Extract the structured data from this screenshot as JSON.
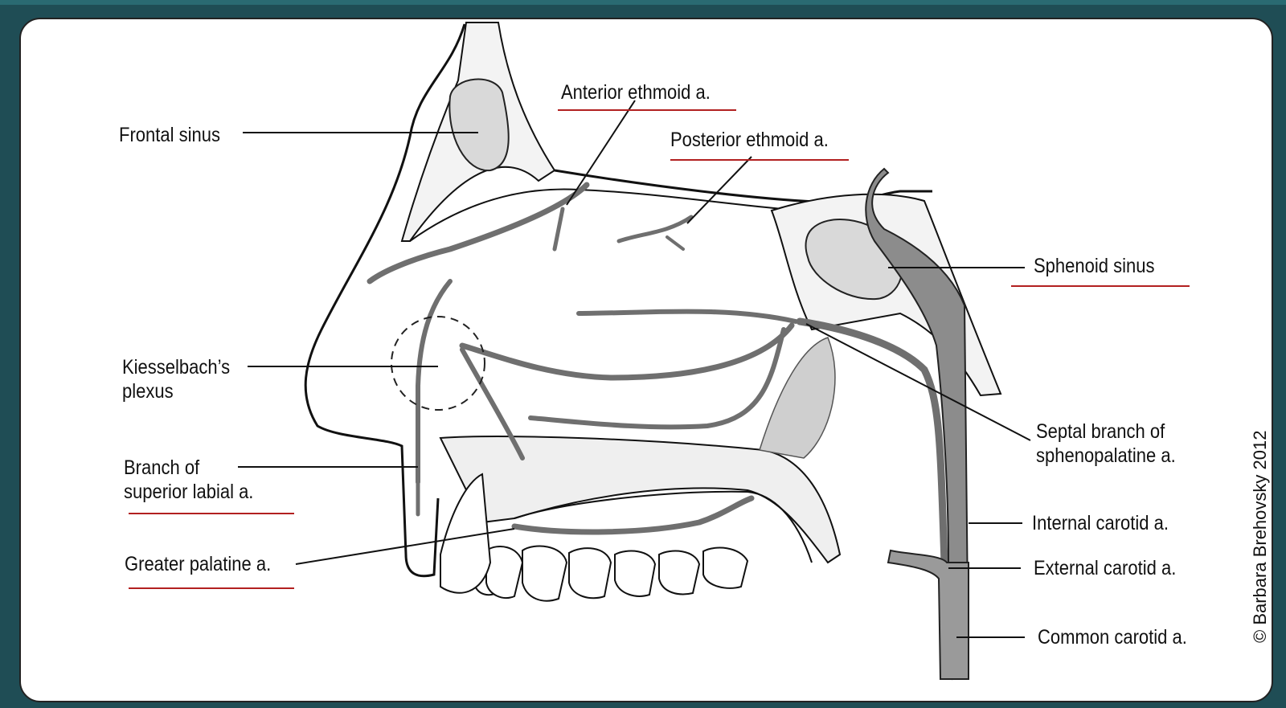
{
  "labels": {
    "frontal_sinus": "Frontal sinus",
    "anterior_ethmoid": "Anterior ethmoid a.",
    "posterior_ethmoid": "Posterior ethmoid a.",
    "sphenoid_sinus": "Sphenoid sinus",
    "kiesselbach_line1": "Kiesselbach’s",
    "kiesselbach_line2": "plexus",
    "superior_labial_line1": "Branch of",
    "superior_labial_line2": "superior labial a.",
    "greater_palatine": "Greater palatine a.",
    "septal_branch_line1": "Septal branch of",
    "septal_branch_line2": "sphenopalatine a.",
    "internal_carotid": "Internal carotid a.",
    "external_carotid": "External carotid a.",
    "common_carotid": "Common carotid a."
  },
  "copyright": "© Barbara Brehovsky 2012",
  "colors": {
    "background": "#1f4d55",
    "panel": "#ffffff",
    "artery": "#8a8a8a",
    "bone": "#d9d9d9",
    "underline": "#b22020"
  }
}
